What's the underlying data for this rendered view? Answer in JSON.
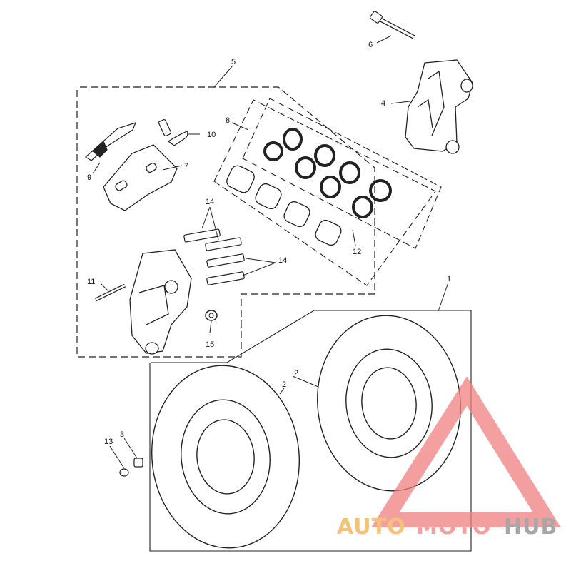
{
  "diagram": {
    "part_labels": {
      "p1": "1",
      "p2a": "2",
      "p2b": "2",
      "p3": "3",
      "p4": "4",
      "p5": "5",
      "p6": "6",
      "p7": "7",
      "p8": "8",
      "p9": "9",
      "p10": "10",
      "p11": "11",
      "p12": "12",
      "p13": "13",
      "p14a": "14",
      "p14b": "14",
      "p15": "15"
    }
  },
  "watermark": {
    "word_part1": "AUTOMOTO",
    "word_part2": "HUB",
    "color_primary": "#f08080",
    "color_secondary": "#f2b04a",
    "color_tertiary": "#8a8a8a"
  }
}
